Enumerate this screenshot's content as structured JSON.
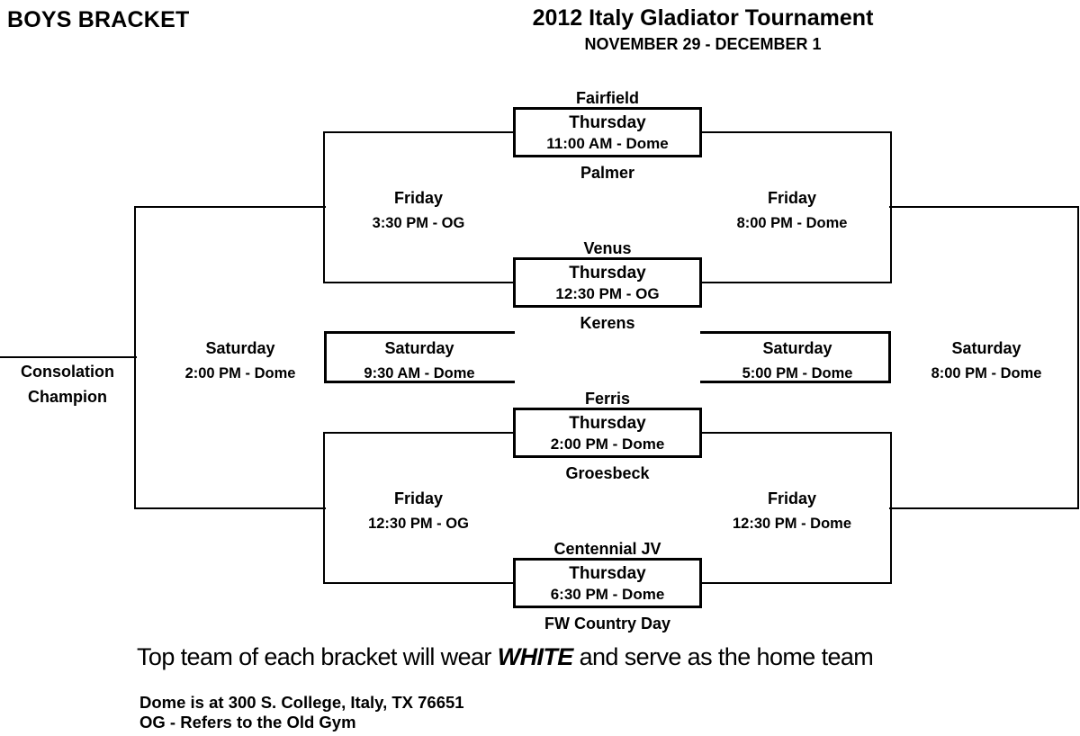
{
  "header": {
    "bracket_label": "BOYS BRACKET",
    "title": "2012 Italy Gladiator Tournament",
    "dates": "NOVEMBER 29 - DECEMBER 1"
  },
  "first_round_games": [
    {
      "top_team": "Fairfield",
      "day": "Thursday",
      "time": "11:00 AM - Dome",
      "bottom_team": "Palmer"
    },
    {
      "top_team": "Venus",
      "day": "Thursday",
      "time": "12:30 PM - OG",
      "bottom_team": "Kerens"
    },
    {
      "top_team": "Ferris",
      "day": "Thursday",
      "time": "2:00 PM - Dome",
      "bottom_team": "Groesbeck"
    },
    {
      "top_team": "Centennial JV",
      "day": "Thursday",
      "time": "6:30 PM - Dome",
      "bottom_team": "FW Country Day"
    }
  ],
  "friday_games": {
    "consolation_top": {
      "day": "Friday",
      "time": "3:30 PM - OG"
    },
    "winners_top": {
      "day": "Friday",
      "time": "8:00 PM - Dome"
    },
    "consolation_bottom": {
      "day": "Friday",
      "time": "12:30 PM - OG"
    },
    "winners_bottom": {
      "day": "Friday",
      "time": "12:30 PM - Dome"
    }
  },
  "saturday_games": {
    "consolation_final": {
      "day": "Saturday",
      "time": "2:00 PM - Dome"
    },
    "left_bracket_game": {
      "day": "Saturday",
      "time": "9:30 AM - Dome"
    },
    "right_bracket_game": {
      "day": "Saturday",
      "time": "5:00 PM - Dome"
    },
    "championship": {
      "day": "Saturday",
      "time": "8:00 PM - Dome"
    }
  },
  "labels": {
    "consolation_champion_line1": "Consolation",
    "consolation_champion_line2": "Champion"
  },
  "footer": {
    "note_prefix": "Top team of each bracket will wear ",
    "note_emphasis": "WHITE",
    "note_suffix": " and serve as the home team",
    "dome_info": "Dome is at 300 S. College, Italy, TX 76651",
    "og_info": "OG - Refers to the Old Gym"
  },
  "colors": {
    "background": "#ffffff",
    "line": "#000000",
    "text": "#000000"
  }
}
